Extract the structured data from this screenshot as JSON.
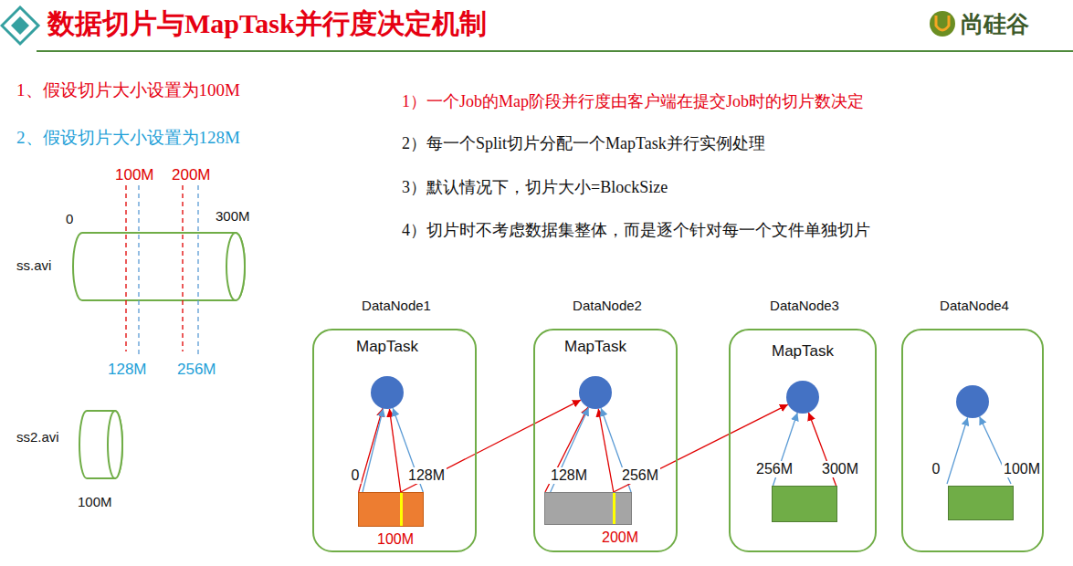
{
  "diagram": {
    "title": "数据切片与MapTask并行度决定机制",
    "nodes": [
      {
        "text": [
          "DataNode1"
        ]
      },
      {
        "text": [
          "MapTask"
        ],
        "in": 0
      },
      {
        "text": [
          "0",
          "128M",
          "100M"
        ],
        "in": 0
      },
      {
        "text": [
          "DataNode2"
        ]
      },
      {
        "text": [
          "MapTask"
        ],
        "in": 3
      },
      {
        "text": [
          "128M",
          "256M",
          "200M"
        ],
        "in": 3
      },
      {
        "text": [
          "DataNode3"
        ]
      },
      {
        "text": [
          "MapTask"
        ],
        "in": 6
      },
      {
        "text": [
          "256M",
          "300M"
        ],
        "in": 6
      },
      {
        "text": [
          "DataNode4"
        ]
      },
      {
        "text": [
          "0",
          "100M"
        ],
        "in": 9
      }
    ],
    "edges": [
      {
        "from": 2,
        "to": 1,
        "arrow": "to"
      },
      {
        "from": 2,
        "to": 4,
        "arrow": "to"
      },
      {
        "from": 5,
        "to": 4,
        "arrow": "to"
      },
      {
        "from": 5,
        "to": 7,
        "arrow": "to"
      },
      {
        "from": 8,
        "to": 7,
        "arrow": "to"
      }
    ],
    "labels": [
      "尚硅谷",
      "1、假设切片大小设置为100M",
      "2、假设切片大小设置为128M",
      "1）一个Job的Map阶段并行度由客户端在提交Job时的切片数决定",
      "2）每一个Split切片分配一个MapTask并行实例处理",
      "3）默认情况下，切片大小=BlockSize",
      "4）切片时不考虑数据集整体，而是逐个针对每一个文件单独切片",
      "100M",
      "200M",
      "0",
      "300M",
      "ss.avi",
      "128M",
      "256M",
      "ss2.avi",
      "100M"
    ]
  }
}
